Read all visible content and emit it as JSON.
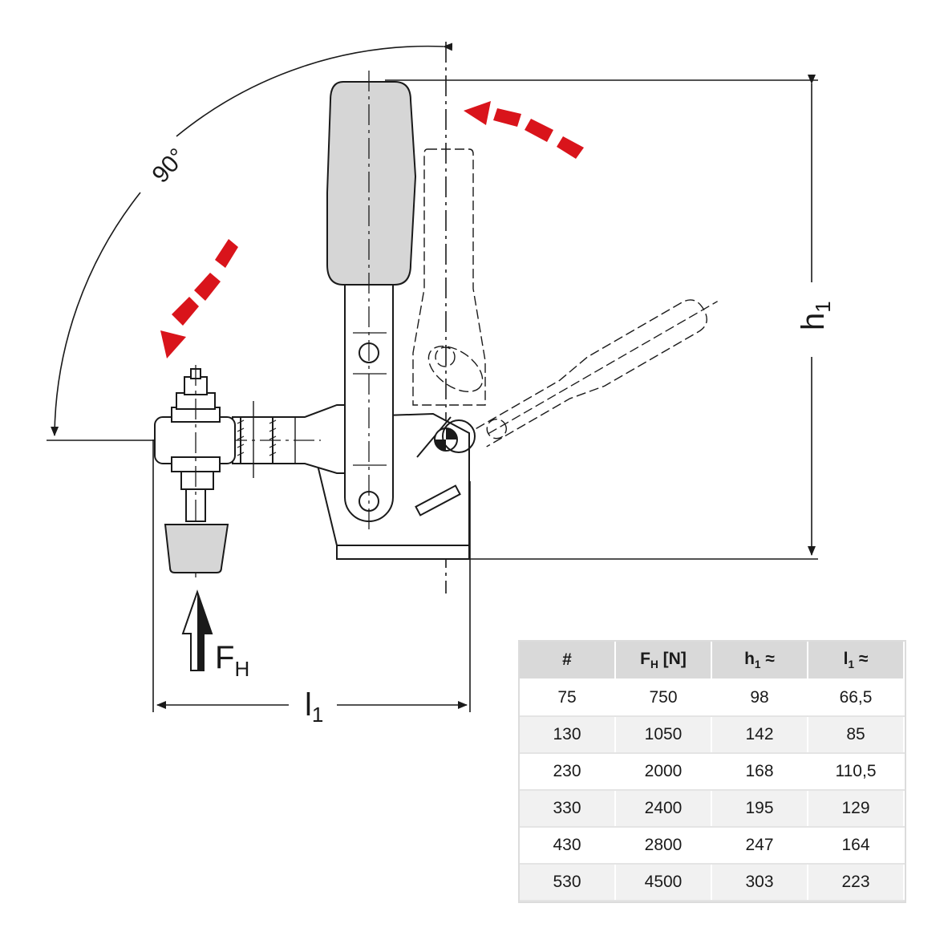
{
  "labels": {
    "angle": "90°",
    "h_main": "h",
    "h_sub": "1",
    "l_main": "l",
    "l_sub": "1",
    "force_main": "F",
    "force_sub": "H"
  },
  "colors": {
    "line": "#1a1a1a",
    "handle_fill": "#d6d6d6",
    "arrow_red": "#d9141b",
    "header_bg": "#d9d9d9"
  },
  "table": {
    "headers": [
      {
        "main": "#",
        "sub": "",
        "suffix": ""
      },
      {
        "main": "F",
        "sub": "H",
        "suffix": " [N]"
      },
      {
        "main": "h",
        "sub": "1",
        "suffix": " ≈"
      },
      {
        "main": "l",
        "sub": "1",
        "suffix": " ≈"
      }
    ],
    "rows": [
      [
        "75",
        "750",
        "98",
        "66,5"
      ],
      [
        "130",
        "1050",
        "142",
        "85"
      ],
      [
        "230",
        "2000",
        "168",
        "110,5"
      ],
      [
        "330",
        "2400",
        "195",
        "129"
      ],
      [
        "430",
        "2800",
        "247",
        "164"
      ],
      [
        "530",
        "4500",
        "303",
        "223"
      ]
    ]
  }
}
